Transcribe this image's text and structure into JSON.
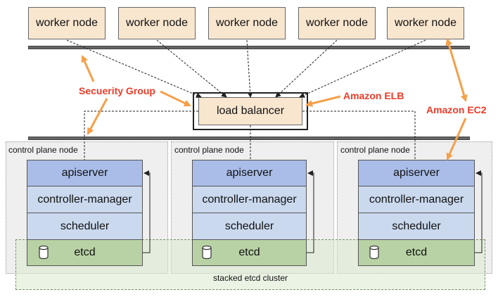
{
  "worker_nodes": [
    "worker node",
    "worker node",
    "worker node",
    "worker node",
    "worker node"
  ],
  "load_balancer": "load balancer",
  "annotations": {
    "security_group": "Secuerity Group",
    "elb": "Amazon ELB",
    "ec2": "Amazon EC2"
  },
  "control_planes": [
    {
      "label": "control plane node",
      "apiserver": "apiserver",
      "controller_manager": "controller-manager",
      "scheduler": "scheduler",
      "etcd": "etcd"
    },
    {
      "label": "control plane node",
      "apiserver": "apiserver",
      "controller_manager": "controller-manager",
      "scheduler": "scheduler",
      "etcd": "etcd"
    },
    {
      "label": "control plane node",
      "apiserver": "apiserver",
      "controller_manager": "controller-manager",
      "scheduler": "scheduler",
      "etcd": "etcd"
    }
  ],
  "etcd_cluster_label": "stacked etcd cluster",
  "colors": {
    "worker_fill": "#f9e6cf",
    "apiserver_fill": "#a9bde8",
    "component_fill": "#cad9ee",
    "etcd_fill": "#b9d2a5",
    "callout_red": "#ec3b28"
  }
}
